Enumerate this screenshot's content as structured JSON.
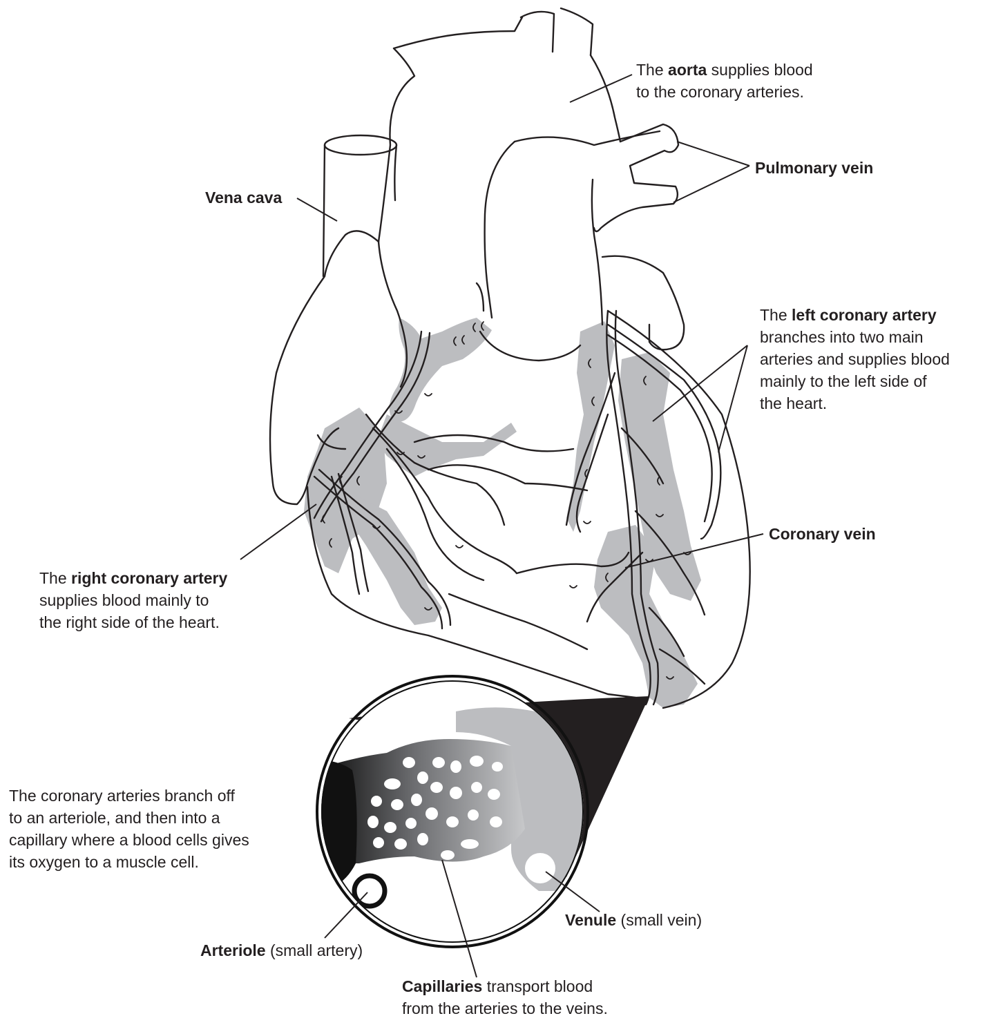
{
  "labels": {
    "aorta": {
      "line1_pre": "The ",
      "line1_bold": "aorta",
      "line1_post": " supplies blood",
      "line2": "to the coronary arteries."
    },
    "pulmonary_vein": {
      "bold": "Pulmonary vein"
    },
    "vena_cava": {
      "bold": "Vena cava"
    },
    "left_coronary": {
      "line1_pre": "The ",
      "line1_bold": "left coronary artery",
      "line2": "branches into two main",
      "line3": "arteries and supplies blood",
      "line4": "mainly to the left side of",
      "line5": "the heart."
    },
    "coronary_vein": {
      "bold": "Coronary vein"
    },
    "right_coronary": {
      "line1_pre": "The ",
      "line1_bold": "right coronary artery",
      "line2": "supplies blood mainly to",
      "line3": "the right side of the heart."
    },
    "branching": {
      "line1": "The coronary arteries branch off",
      "line2": "to an arteriole, and then into a",
      "line3": "capillary where a blood cells gives",
      "line4": "its oxygen to a muscle cell."
    },
    "venule": {
      "bold": "Venule",
      "rest": " (small vein)"
    },
    "arteriole": {
      "bold": "Arteriole",
      "rest": " (small artery)"
    },
    "capillaries": {
      "line1_bold": "Capillaries",
      "line1_rest": " transport blood",
      "line2": "from the arteries to the veins."
    }
  },
  "colors": {
    "ink": "#231f20",
    "shading": "#bcbdc0",
    "background": "#ffffff"
  }
}
